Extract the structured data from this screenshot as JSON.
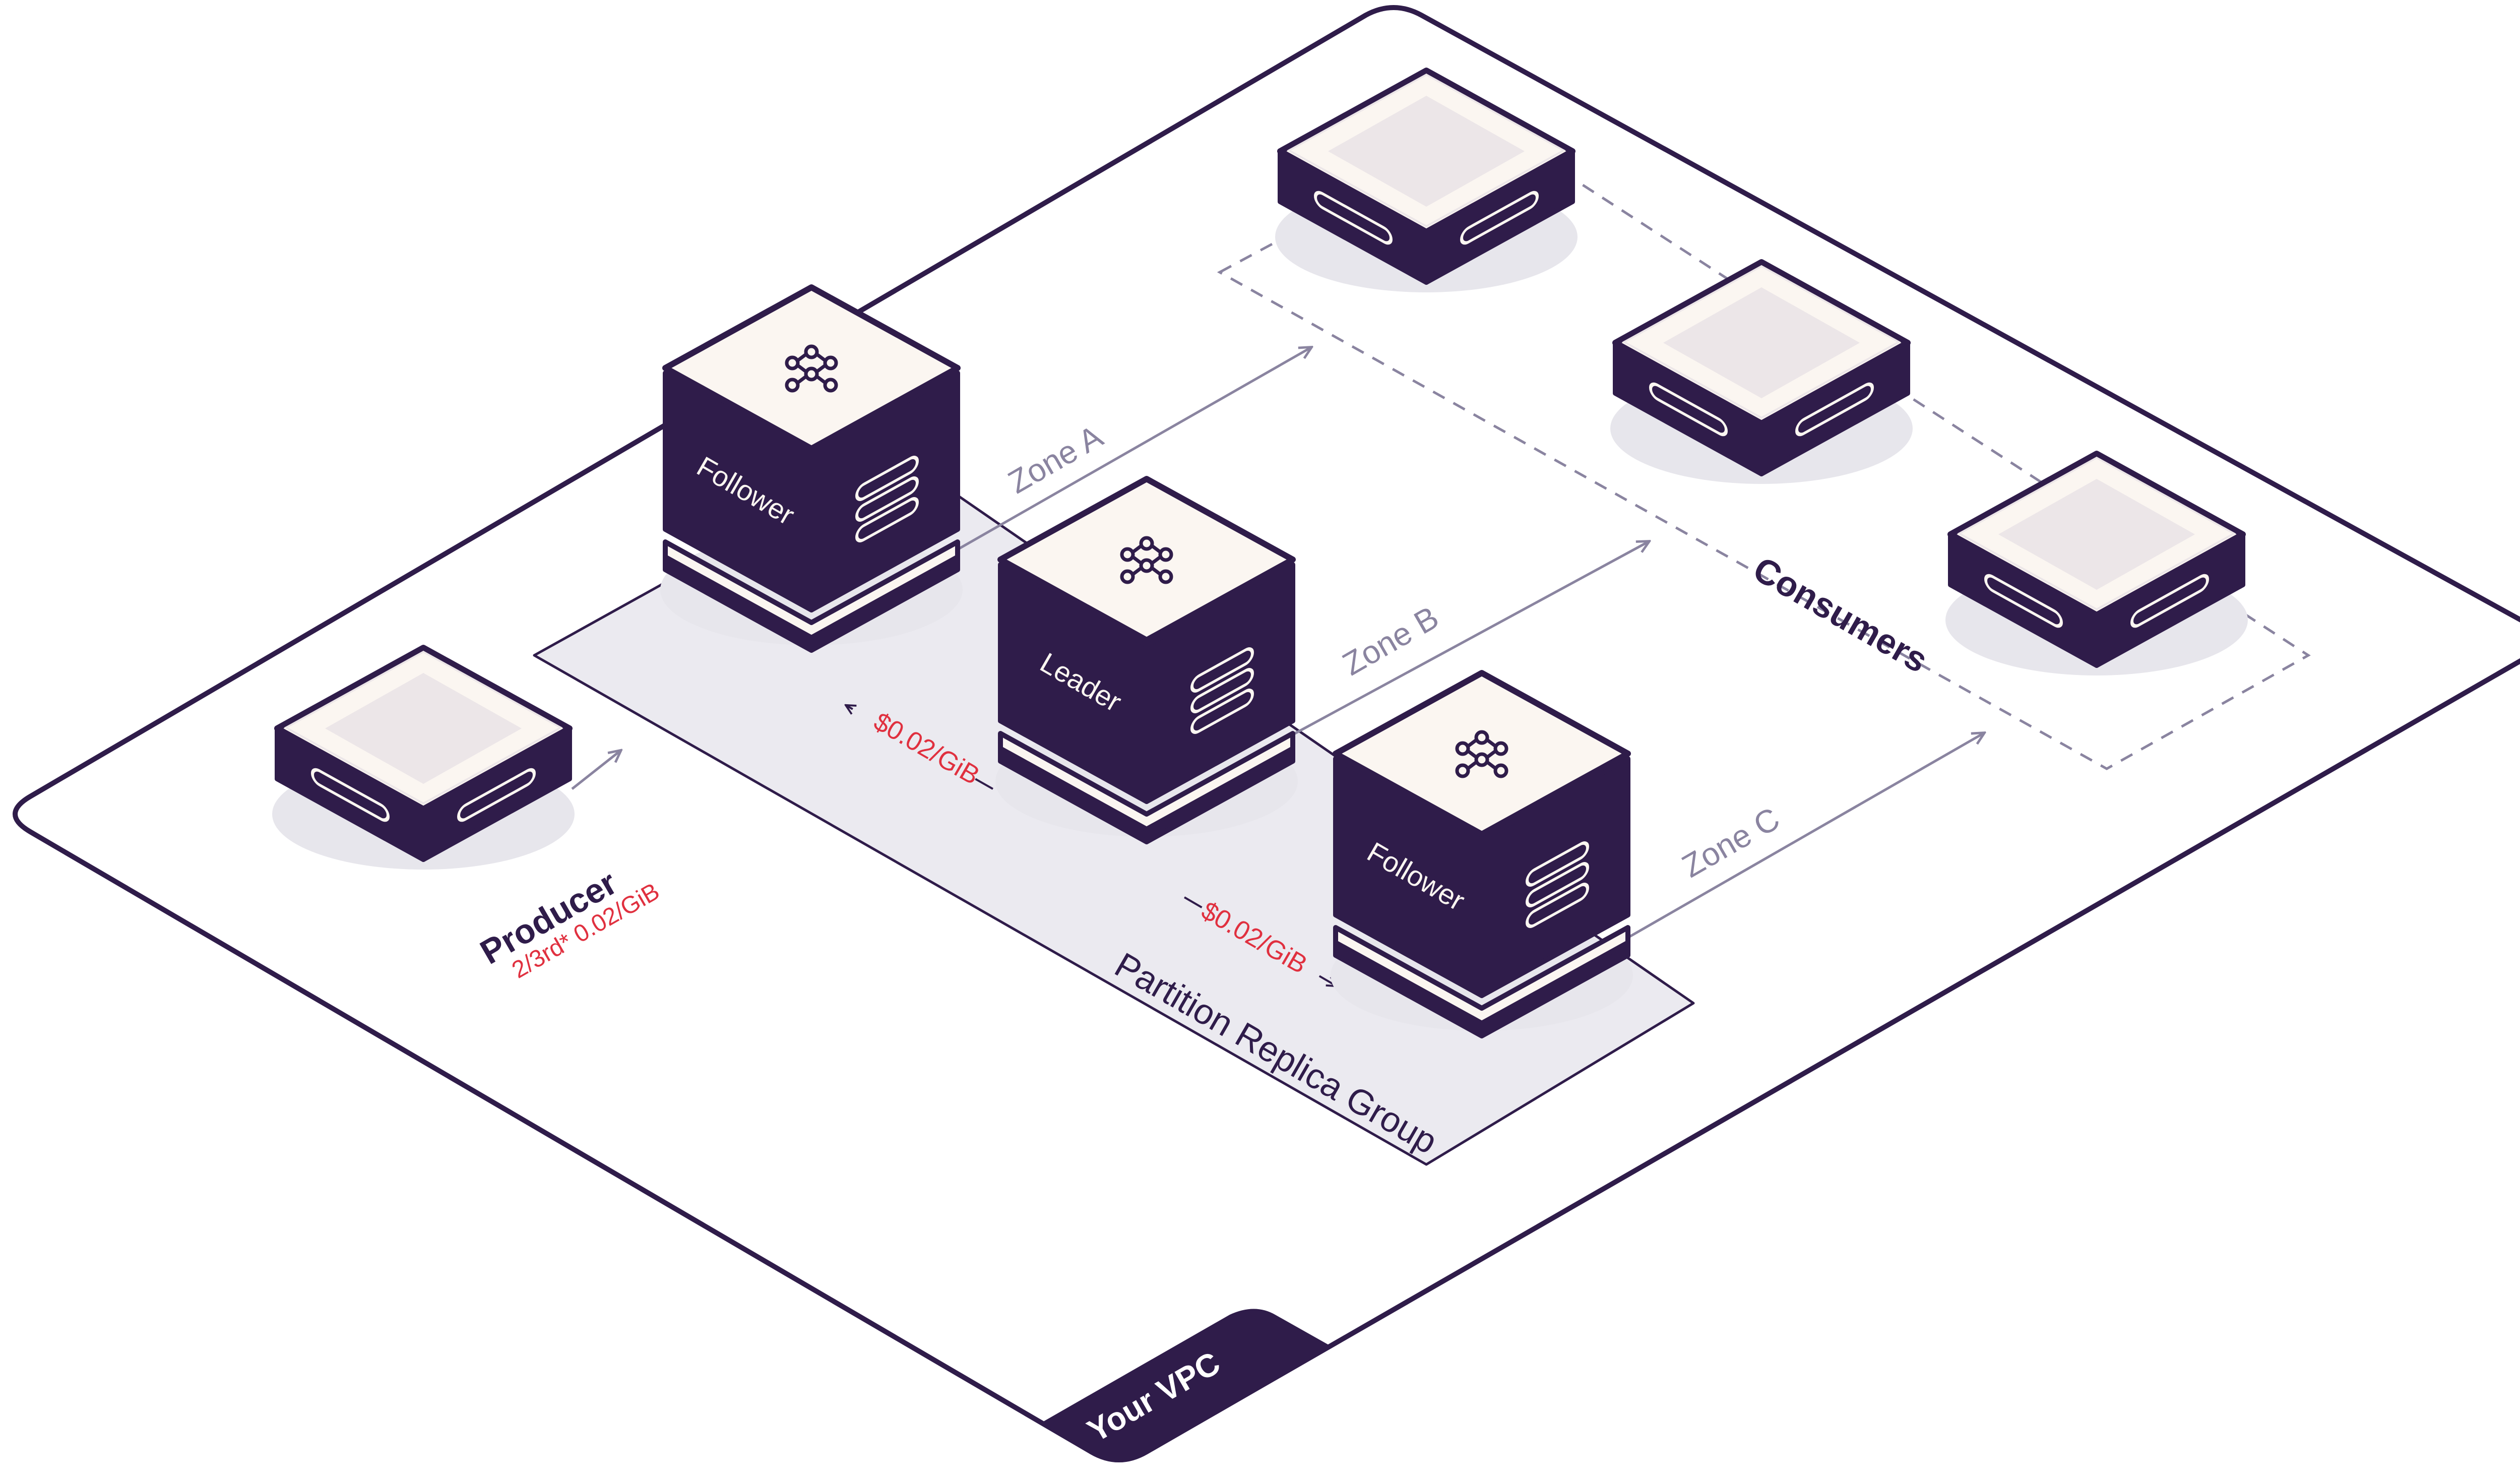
{
  "vpc": {
    "label": "Your VPC"
  },
  "brokers": [
    {
      "label": "Follower",
      "zone": "Zone A"
    },
    {
      "label": "Leader",
      "zone": "Zone B"
    },
    {
      "label": "Follower",
      "zone": "Zone C"
    }
  ],
  "zones": [
    "Zone A",
    "Zone B",
    "Zone C"
  ],
  "producer": {
    "label": "Producer",
    "cost": "2/3rd* 0.02/GiB"
  },
  "replication": {
    "group_label": "Partition Replica Group",
    "cost_left": "$0.02/GiB",
    "cost_right": "$0.02/GiB"
  },
  "consumers": {
    "label": "Consumers",
    "count": 3
  },
  "colors": {
    "outline": "#2f1c4a",
    "dark": "#2f1c4a",
    "cream": "#fbf6f1",
    "inset": "#ece6e8",
    "shadow": "#e7e6ec",
    "group_fill": "#ebeaf0",
    "arrow": "#8a84a0",
    "zone_text": "#8a84a0",
    "cost": "#e0303f"
  },
  "icons": [
    "kafka-icon",
    "server-stack-icon",
    "arrow-icon"
  ]
}
